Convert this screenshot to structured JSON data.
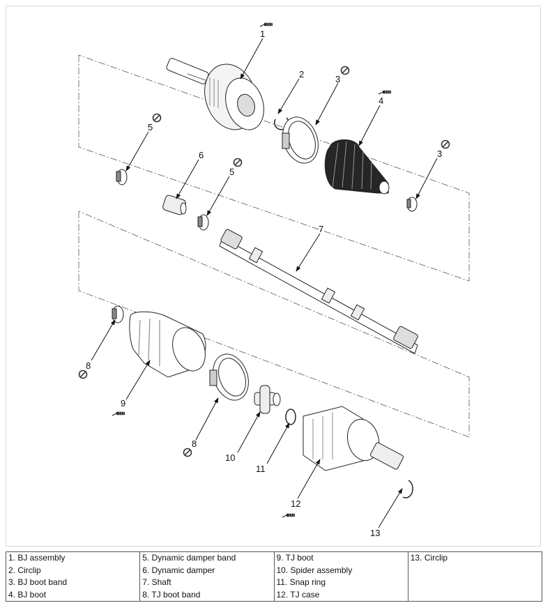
{
  "callouts": [
    {
      "id": "c1",
      "text": "1"
    },
    {
      "id": "c2",
      "text": "2"
    },
    {
      "id": "c3a",
      "text": "3"
    },
    {
      "id": "c4",
      "text": "4"
    },
    {
      "id": "c3b",
      "text": "3"
    },
    {
      "id": "c5a",
      "text": "5"
    },
    {
      "id": "c6",
      "text": "6"
    },
    {
      "id": "c5b",
      "text": "5"
    },
    {
      "id": "c7",
      "text": "7"
    },
    {
      "id": "c8a",
      "text": "8"
    },
    {
      "id": "c9",
      "text": "9"
    },
    {
      "id": "c8b",
      "text": "8"
    },
    {
      "id": "c10",
      "text": "10"
    },
    {
      "id": "c11",
      "text": "11"
    },
    {
      "id": "c12",
      "text": "12"
    },
    {
      "id": "c13",
      "text": "13"
    }
  ],
  "legend": {
    "columns": [
      [
        "1. BJ assembly",
        "2. Circlip",
        "3. BJ boot band",
        "4. BJ boot"
      ],
      [
        "5. Dynamic damper band",
        "6. Dynamic damper",
        "7. Shaft",
        "8. TJ boot band"
      ],
      [
        "9. TJ boot",
        "10. Spider assembly",
        "11. Snap ring",
        "12. TJ case"
      ],
      [
        "13. Circlip"
      ]
    ]
  },
  "symbols": {
    "grease": "grease-icon",
    "do_not_reuse": "do-not-reuse-icon"
  }
}
